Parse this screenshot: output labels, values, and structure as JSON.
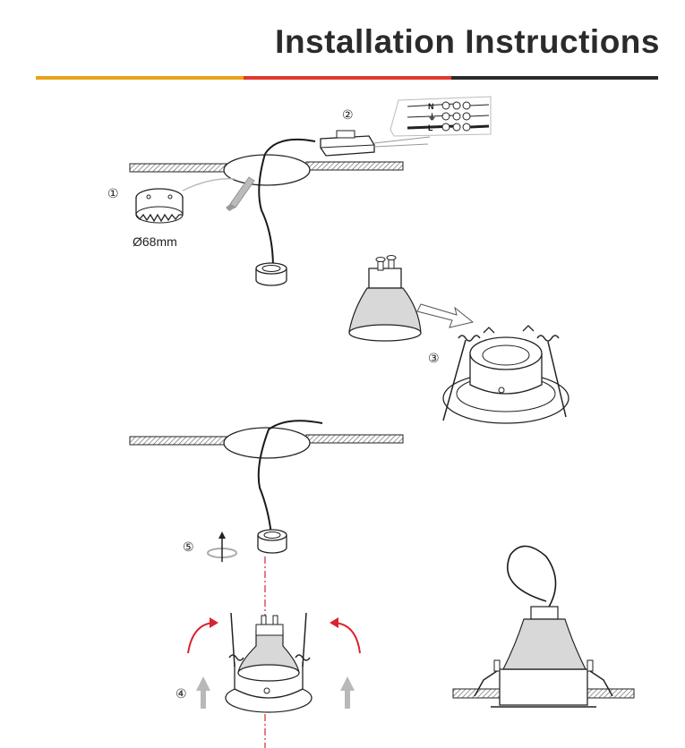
{
  "header": {
    "title": "Installation Instructions",
    "rule_colors": [
      "#e8a21a",
      "#e2382b",
      "#2b2b2b"
    ]
  },
  "steps": {
    "step1": {
      "number": "①",
      "hole_size": "Ø68mm"
    },
    "step2": {
      "number": "②",
      "terminals": [
        "N",
        "⏚",
        "L"
      ]
    },
    "step3": {
      "number": "③"
    },
    "step4": {
      "number": "④"
    },
    "step5": {
      "number": "⑤"
    }
  },
  "colors": {
    "line": "#222222",
    "hatch": "#555555",
    "accent_red": "#d9232e",
    "arrow_grey": "#b8b8b8"
  }
}
